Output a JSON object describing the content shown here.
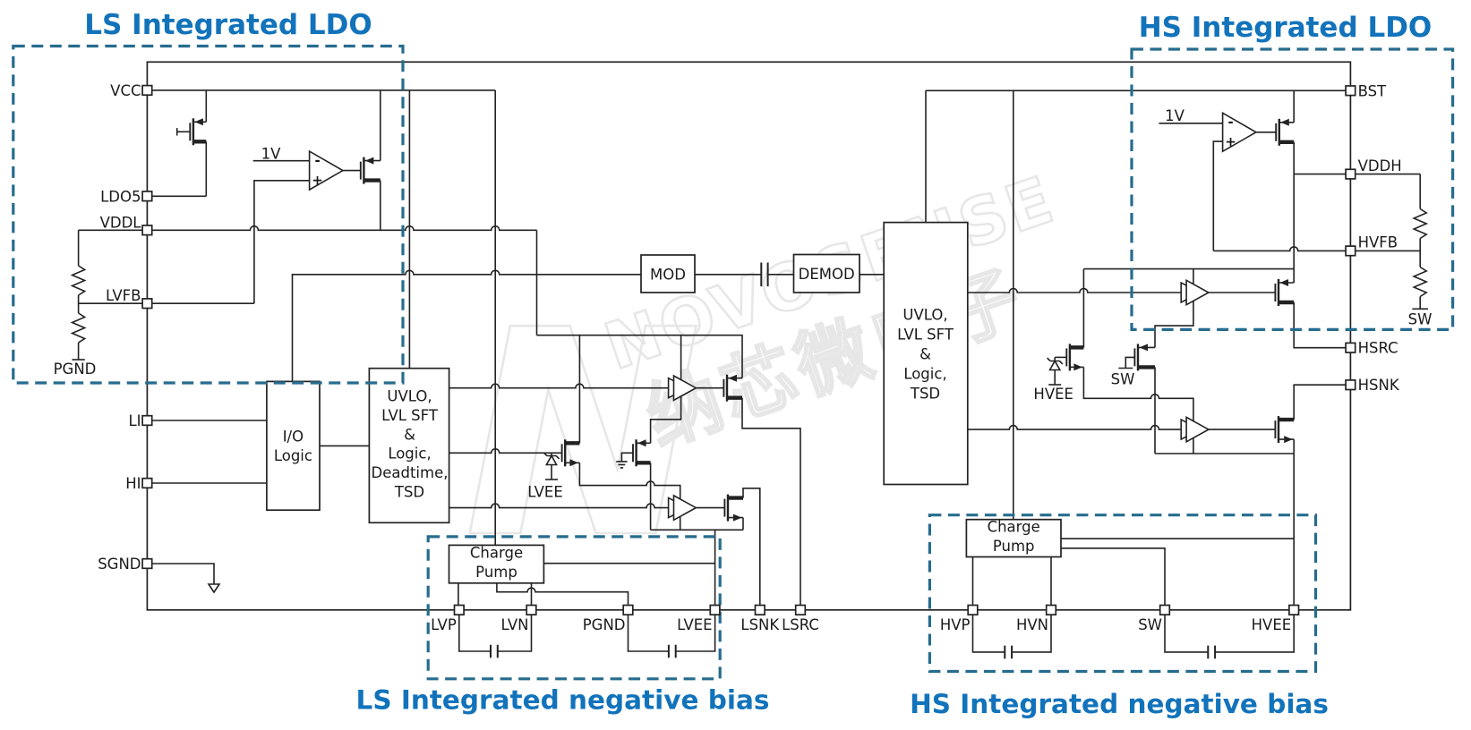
{
  "titles": {
    "ls_ldo": "LS Integrated LDO",
    "hs_ldo": "HS Integrated LDO",
    "ls_bias": "LS Integrated negative bias",
    "hs_bias": "HS Integrated negative bias"
  },
  "blocks": {
    "mod": "MOD",
    "demod": "DEMOD",
    "io_logic": {
      "l1": "I/O",
      "l2": "Logic"
    },
    "uvlo_ls": {
      "l1": "UVLO,",
      "l2": "LVL SFT",
      "l3": "&",
      "l4": "Logic,",
      "l5": "Deadtime,",
      "l6": "TSD"
    },
    "uvlo_hs": {
      "l1": "UVLO,",
      "l2": "LVL SFT",
      "l3": "&",
      "l4": "Logic,",
      "l5": "TSD"
    },
    "charge_pump_ls": {
      "l1": "Charge",
      "l2": "Pump"
    },
    "charge_pump_hs": {
      "l1": "Charge",
      "l2": "Pump"
    }
  },
  "pins": {
    "left": {
      "vcc": "VCC",
      "ldo5": "LDO5",
      "vddl": "VDDL",
      "lvfb": "LVFB",
      "li": "LI",
      "hi": "HI",
      "sgnd": "SGND"
    },
    "right": {
      "bst": "BST",
      "vddh": "VDDH",
      "hvfb": "HVFB",
      "hsrc": "HSRC",
      "hsnk": "HSNK"
    },
    "bottom": {
      "lvp": "LVP",
      "lvn": "LVN",
      "pgnd": "PGND",
      "lvee": "LVEE",
      "lsnk": "LSNK",
      "lsrc": "LSRC",
      "hvp": "HVP",
      "hvn": "HVN",
      "sw": "SW",
      "hvee": "HVEE"
    }
  },
  "nets": {
    "pgnd_ext": "PGND",
    "sw_ext": "SW",
    "lvee": "LVEE",
    "hvee": "HVEE",
    "sw_gate": "SW",
    "vref_ls": "1V",
    "vref_hs": "1V"
  },
  "symbols": {
    "minus": "-",
    "plus": "+"
  },
  "watermark": {
    "logo": "N",
    "brand": "NOVOSENSE",
    "brand_cn": "纳芯微电子"
  },
  "colors": {
    "line": "#222222",
    "accent_title": "#1273bb",
    "accent_frame": "#266c8e",
    "watermark": "#e7e7e7"
  }
}
